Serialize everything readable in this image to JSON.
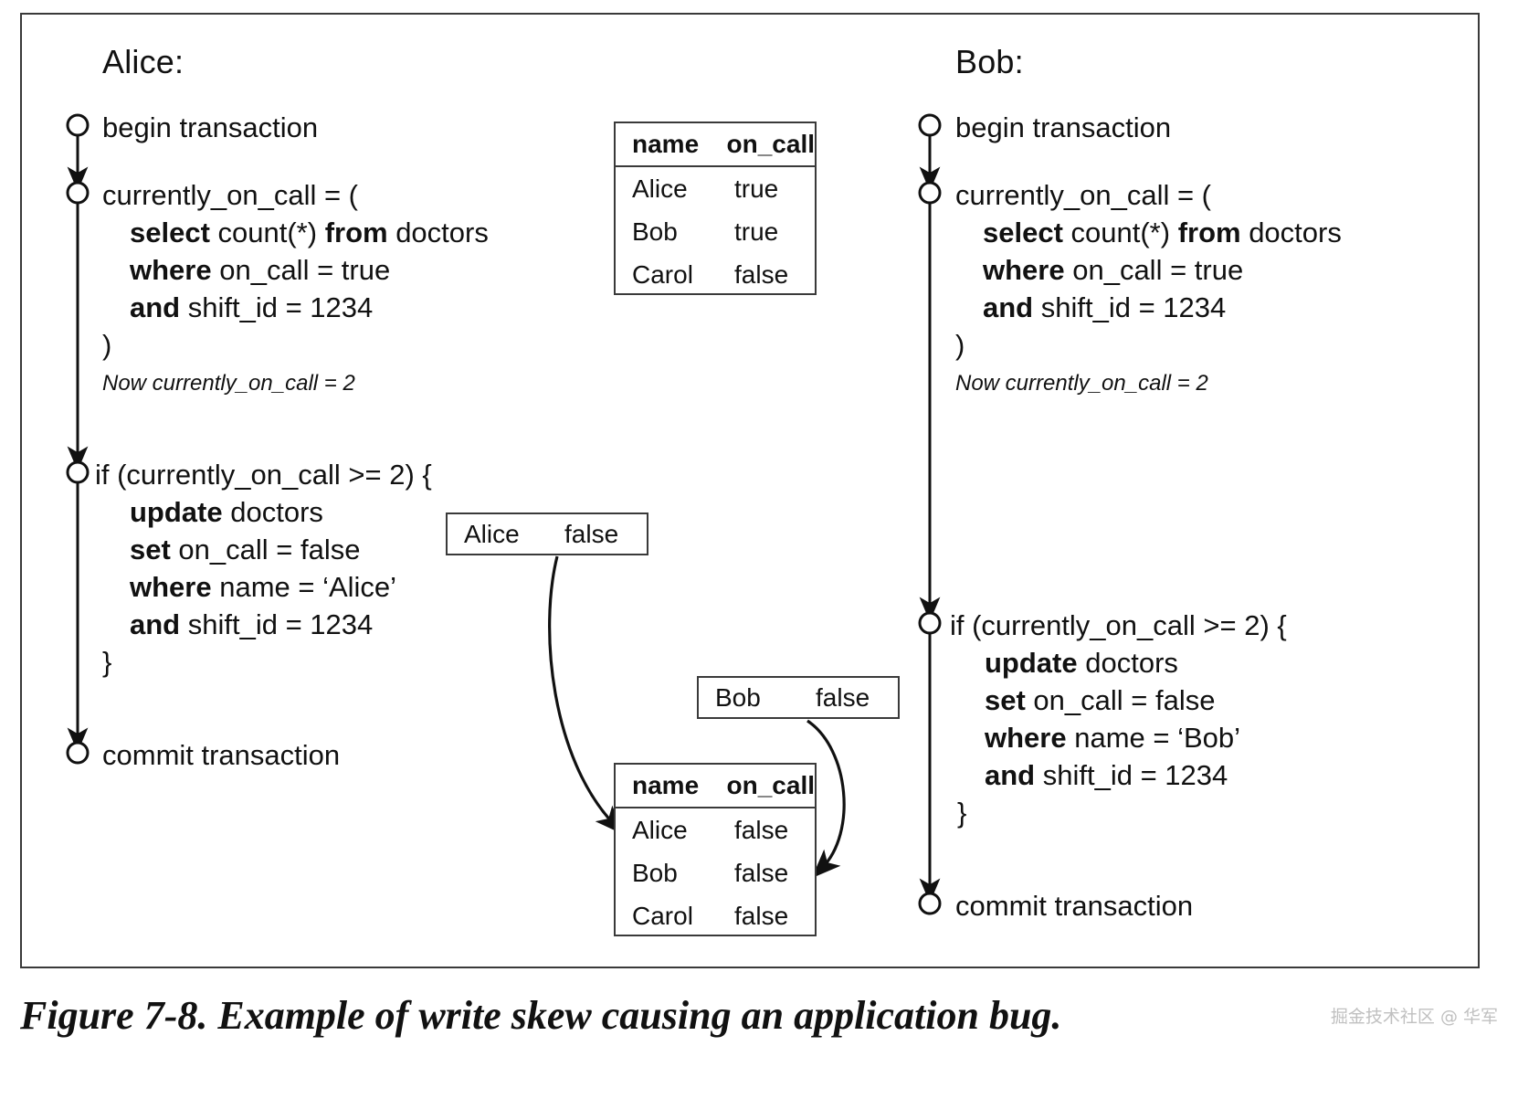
{
  "figure": {
    "caption": "Figure 7-8. Example of write skew causing an application bug.",
    "watermark": "掘金技术社区 @ 华军"
  },
  "colors": {
    "frame": "#3a3a3a",
    "ink": "#111111",
    "watermark": "#c0c0c0",
    "paper": "#ffffff"
  },
  "actors": {
    "alice": {
      "title": "Alice:",
      "steps": {
        "begin": "begin transaction",
        "select_line1": "currently_on_call = (",
        "select_kw1": "select",
        "select_rest1": " count(*) ",
        "select_kw2": "from",
        "select_rest2": " doctors",
        "select_kw3": "where",
        "select_rest3": " on_call = true",
        "select_kw4": "and",
        "select_rest4": " shift_id = 1234",
        "select_close": ")",
        "note": "Now currently_on_call = 2",
        "if_line": "if (currently_on_call >= 2) {",
        "update_kw": "update",
        "update_rest": " doctors",
        "set_kw": "set",
        "set_rest": " on_call = false",
        "where_kw": "where",
        "where_rest": " name = ‘Alice’",
        "and_kw": "and",
        "and_rest": " shift_id = 1234",
        "if_close": "}",
        "commit": "commit transaction"
      }
    },
    "bob": {
      "title": "Bob:",
      "steps": {
        "begin": "begin transaction",
        "select_line1": "currently_on_call = (",
        "select_kw1": "select",
        "select_rest1": " count(*) ",
        "select_kw2": "from",
        "select_rest2": " doctors",
        "select_kw3": "where",
        "select_rest3": " on_call = true",
        "select_kw4": "and",
        "select_rest4": " shift_id = 1234",
        "select_close": ")",
        "note": "Now currently_on_call = 2",
        "if_line": "if (currently_on_call >= 2) {",
        "update_kw": "update",
        "update_rest": " doctors",
        "set_kw": "set",
        "set_rest": " on_call = false",
        "where_kw": "where",
        "where_rest": " name = ‘Bob’",
        "and_kw": "and",
        "and_rest": " shift_id = 1234",
        "if_close": "}",
        "commit": "commit transaction"
      }
    }
  },
  "tables": {
    "before": {
      "headers": {
        "name": "name",
        "on_call": "on_call"
      },
      "rows": [
        {
          "name": "Alice",
          "on_call": "true"
        },
        {
          "name": "Bob",
          "on_call": "true"
        },
        {
          "name": "Carol",
          "on_call": "false"
        }
      ]
    },
    "after": {
      "headers": {
        "name": "name",
        "on_call": "on_call"
      },
      "rows": [
        {
          "name": "Alice",
          "on_call": "false"
        },
        {
          "name": "Bob",
          "on_call": "false"
        },
        {
          "name": "Carol",
          "on_call": "false"
        }
      ]
    }
  },
  "writes": {
    "alice": {
      "name": "Alice",
      "on_call": "false"
    },
    "bob": {
      "name": "Bob",
      "on_call": "false"
    }
  }
}
